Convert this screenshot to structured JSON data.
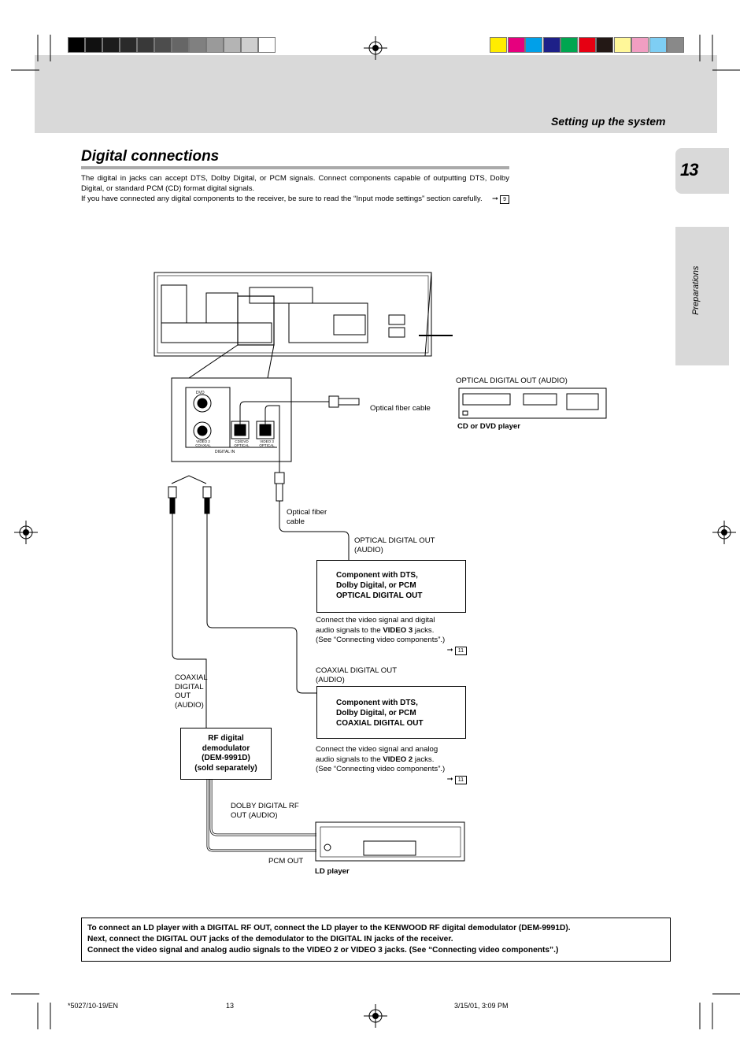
{
  "header": {
    "section_title": "Setting up the system",
    "page_number": "13",
    "side_tab": "Preparations",
    "gray_swatches": [
      "#000000",
      "#111111",
      "#1c1c1c",
      "#2a2a2a",
      "#393939",
      "#4d4d4d",
      "#666666",
      "#808080",
      "#9a9a9a",
      "#b4b4b4",
      "#cecece",
      "#ffffff"
    ],
    "color_swatches": [
      "#ffec00",
      "#e6007e",
      "#00a0e9",
      "#1d2088",
      "#00a650",
      "#e60012",
      "#231815",
      "#fff799",
      "#f19ec2",
      "#7ecef4",
      "#898989"
    ]
  },
  "title": "Digital connections",
  "intro": {
    "line1": "The digital in jacks can accept DTS, Dolby Digital, or PCM signals. Connect components capable of outputting DTS, Dolby Digital, or standard PCM (CD) format digital signals.",
    "line2": "If you have connected any digital components to the receiver, be sure to read the “Input mode settings” section carefully.",
    "ref": "9"
  },
  "diagram": {
    "digital_in_label": "DIGITAL IN",
    "dvd_label": "DVD",
    "video2_coaxial": "VIDEO 2 COAXIAL",
    "cd_dvd_optical": "CD/DVD OPTICAL",
    "video3_optical": "VIDEO 3 OPTICAL",
    "optical_out_audio_top": "OPTICAL DIGITAL OUT (AUDIO)",
    "optical_fiber_cable_top": "Optical fiber cable",
    "cd_dvd_player": "CD or DVD player",
    "optical_fiber_cable_left_1": "Optical fiber",
    "optical_fiber_cable_left_2": "cable",
    "optical_out_audio_mid_1": "OPTICAL DIGITAL OUT",
    "optical_out_audio_mid_2": "(AUDIO)",
    "component_optical": [
      "Component with DTS,",
      "Dolby Digital, or PCM",
      "OPTICAL DIGITAL OUT"
    ],
    "video3_note_1": "Connect the video signal and digital",
    "video3_note_2a": "audio signals to the ",
    "video3_note_2b": "VIDEO 3",
    "video3_note_2c": " jacks.",
    "video3_note_3": "(See “Connecting video components”.)",
    "video3_ref": "11",
    "coax_out_audio_1": "COAXIAL DIGITAL OUT",
    "coax_out_audio_2": "(AUDIO)",
    "component_coaxial": [
      "Component with DTS,",
      "Dolby Digital, or PCM",
      "COAXIAL DIGITAL OUT"
    ],
    "video2_note_1": "Connect the video signal and analog",
    "video2_note_2a": "audio signals to the ",
    "video2_note_2b": "VIDEO 2",
    "video2_note_2c": " jacks.",
    "video2_note_3": "(See “Connecting video components”.)",
    "video2_ref": "11",
    "coax_left": [
      "COAXIAL",
      "DIGITAL",
      "OUT",
      "(AUDIO)"
    ],
    "rf_demod": [
      "RF digital",
      "demodulator",
      "(DEM-9991D)",
      "(sold separately)"
    ],
    "dolby_rf_out_1": "DOLBY DIGITAL RF",
    "dolby_rf_out_2": "OUT (AUDIO)",
    "pcm_out": "PCM OUT",
    "ld_player": "LD player"
  },
  "note": {
    "line1": "To connect an LD player with a DIGITAL RF OUT, connect the LD player to the KENWOOD RF digital demodulator (DEM-9991D).",
    "line2": "Next, connect the DIGITAL OUT jacks of the demodulator to the DIGITAL IN jacks of the receiver.",
    "line3": "Connect the video signal and analog audio signals to the VIDEO 2 or VIDEO 3 jacks. (See “Connecting video components”.)"
  },
  "footer": {
    "left": "*5027/10-19/EN",
    "center": "13",
    "right": "3/15/01, 3:09 PM"
  }
}
